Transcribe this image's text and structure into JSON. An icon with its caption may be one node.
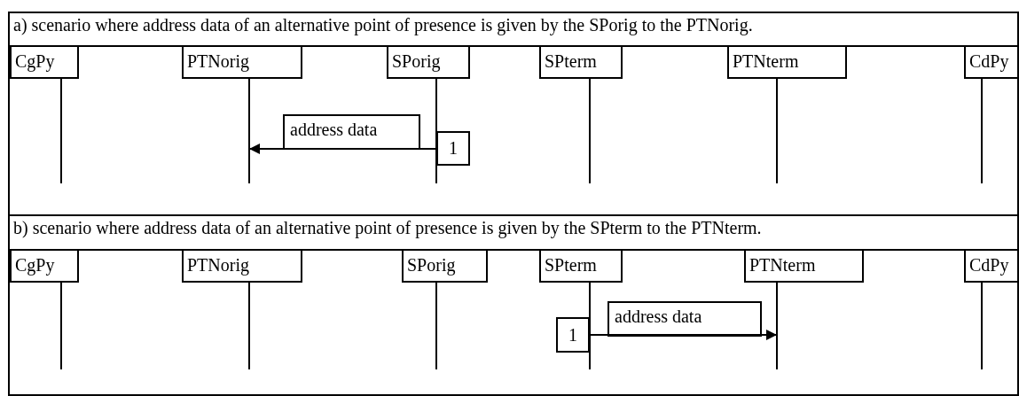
{
  "diagram": {
    "nodes": [
      {
        "text": [
          "a) scenario where address data of an alternative point of presence is given by the SPorig to the PTNorig."
        ]
      },
      {
        "text": [
          "CgPy"
        ],
        "in": 0
      },
      {
        "text": [
          "PTNorig"
        ],
        "in": 0
      },
      {
        "text": [
          "SPorig"
        ],
        "in": 0
      },
      {
        "text": [
          "SPterm"
        ],
        "in": 0
      },
      {
        "text": [
          "PTNterm"
        ],
        "in": 0
      },
      {
        "text": [
          "CdPy"
        ],
        "in": 0
      },
      {
        "text": [
          "1"
        ],
        "in": 0
      },
      {
        "text": [
          "b) scenario where address data of an alternative point of presence is given by the SPterm to the PTNterm."
        ]
      },
      {
        "text": [
          "CgPy"
        ],
        "in": 8
      },
      {
        "text": [
          "PTNorig"
        ],
        "in": 8
      },
      {
        "text": [
          "SPorig"
        ],
        "in": 8
      },
      {
        "text": [
          "SPterm"
        ],
        "in": 8
      },
      {
        "text": [
          "PTNterm"
        ],
        "in": 8
      },
      {
        "text": [
          "CdPy"
        ],
        "in": 8
      },
      {
        "text": [
          "1"
        ],
        "in": 8
      }
    ],
    "edges": [
      {
        "from": 7,
        "to": 2,
        "arrow": "to",
        "label": "address data"
      },
      {
        "from": 15,
        "to": 13,
        "arrow": "to",
        "label": "address data"
      }
    ]
  }
}
